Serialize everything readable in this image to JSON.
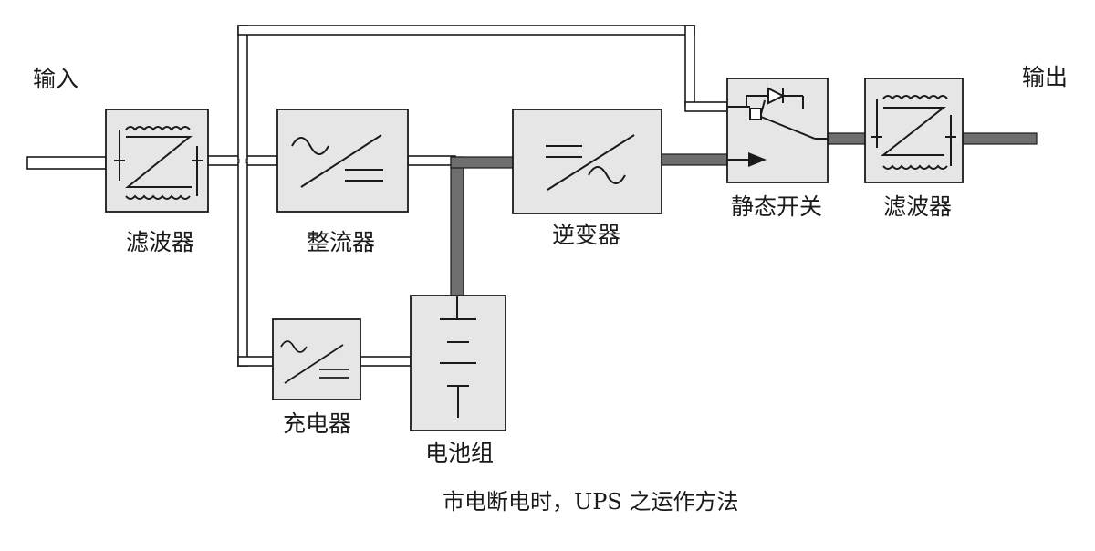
{
  "labels": {
    "input": "输入",
    "output": "输出",
    "input_filter": "滤波器",
    "rectifier": "整流器",
    "inverter": "逆变器",
    "static_switch": "静态开关",
    "output_filter": "滤波器",
    "charger": "充电器",
    "battery": "电池组"
  },
  "caption": "市电断电时，UPS 之运作方法",
  "colors": {
    "block_fill": "#e6e6e6",
    "active_path": "#6e6e6e",
    "line": "#1a1a1a",
    "background": "#ffffff"
  },
  "icons": {
    "filter": "filter-z-icon",
    "rectifier": "ac-dc-icon",
    "inverter": "dc-ac-icon",
    "charger": "ac-dc-icon",
    "battery": "battery-icon",
    "static_switch": "thyristor-switch-icon"
  }
}
